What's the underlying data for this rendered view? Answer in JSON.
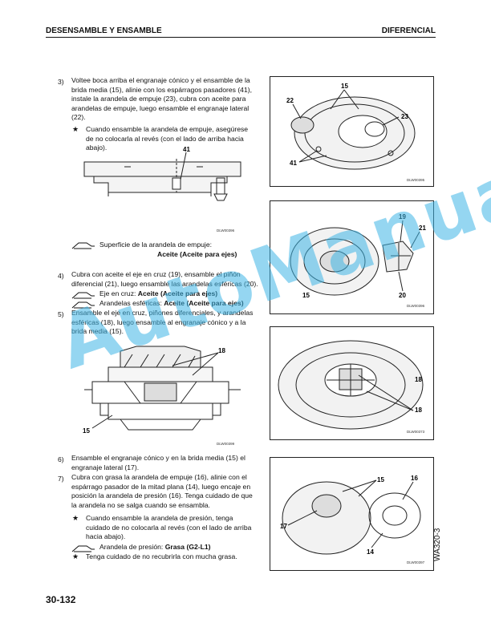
{
  "header": {
    "left": "DESENSAMBLE Y ENSAMBLE",
    "right": "DIFERENCIAL"
  },
  "steps": {
    "s3": {
      "num": "3)",
      "lines": [
        "Voltee boca arriba el engranaje cónico y el ensamble de la",
        "brida media (15), alinie con los espárragos pasadores (41),",
        "instale la arandela de empuje (23), cubra con aceite para",
        "arandelas de empuje, luego ensamble el engranaje lateral",
        "(22)."
      ],
      "note": [
        "Cuando ensamble la arandela de empuje, asegúrese",
        "de no colocarla al revés (con el lado de arriba hacia",
        "abajo)."
      ]
    },
    "oil1": {
      "label": "Superficie de la arandela de empuje:",
      "value": "Aceite (Aceite para ejes)"
    },
    "s4": {
      "num": "4)",
      "lines": [
        "Cubra con aceite el eje en cruz (19), ensamble el piñón",
        "diferencial (21), luego ensamble las arandelas esféricas (20)."
      ],
      "oil_a_label": "Eje en cruz:",
      "oil_a_value": "Aceite (Aceite para ejes)",
      "oil_b_label": "Arandelas esféricas:",
      "oil_b_value": "Aceite (Aceite para ejes)"
    },
    "s5": {
      "num": "5)",
      "lines": [
        "Ensamble el eje en cruz, piñones diferenciales, y arandelas",
        "esféricas (18), luego ensamble al engranaje cónico y a la",
        "brida media (15)."
      ]
    },
    "s6": {
      "num": "6)",
      "lines": [
        "Ensamble el engranaje cónico y en la brida media (15) el",
        "engranaje lateral (17)."
      ]
    },
    "s7": {
      "num": "7)",
      "lines": [
        "Cubra con grasa la arandela de empuje (16), alinie con el",
        "espárrago pasador de la mitad plana (14), luego encaje en",
        "posición la arandela de presión (16). Tenga cuidado de que",
        "la arandela no se salga cuando se ensambla."
      ],
      "note1": [
        "Cuando ensamble la arandela de presión, tenga",
        "cuidado de no colocarla al revés (con el lado de arriba",
        "hacia abajo)."
      ],
      "grease_label": "Arandela de presión:",
      "grease_value": "Grasa (G2-L1)",
      "note2": "Tenga cuidado de no recubrirla con mucha grasa."
    }
  },
  "figures": {
    "f1": {
      "code": "DLW00395",
      "callouts": [
        "15",
        "22",
        "23",
        "41"
      ]
    },
    "f_left1": {
      "code": "DLW00396",
      "callouts": [
        "41"
      ]
    },
    "f2": {
      "code": "DLW00396",
      "callouts": [
        "19",
        "21",
        "15",
        "20"
      ]
    },
    "f_left2": {
      "code": "DLW00399",
      "callouts": [
        "18",
        "15"
      ]
    },
    "f3": {
      "code": "DLW00373",
      "callouts": [
        "18",
        "18"
      ]
    },
    "f4": {
      "code": "DLW00397",
      "callouts": [
        "15",
        "16",
        "17",
        "14"
      ]
    }
  },
  "watermark": "AutoManual",
  "side_code": "WA320-3",
  "page_number": "30-132"
}
